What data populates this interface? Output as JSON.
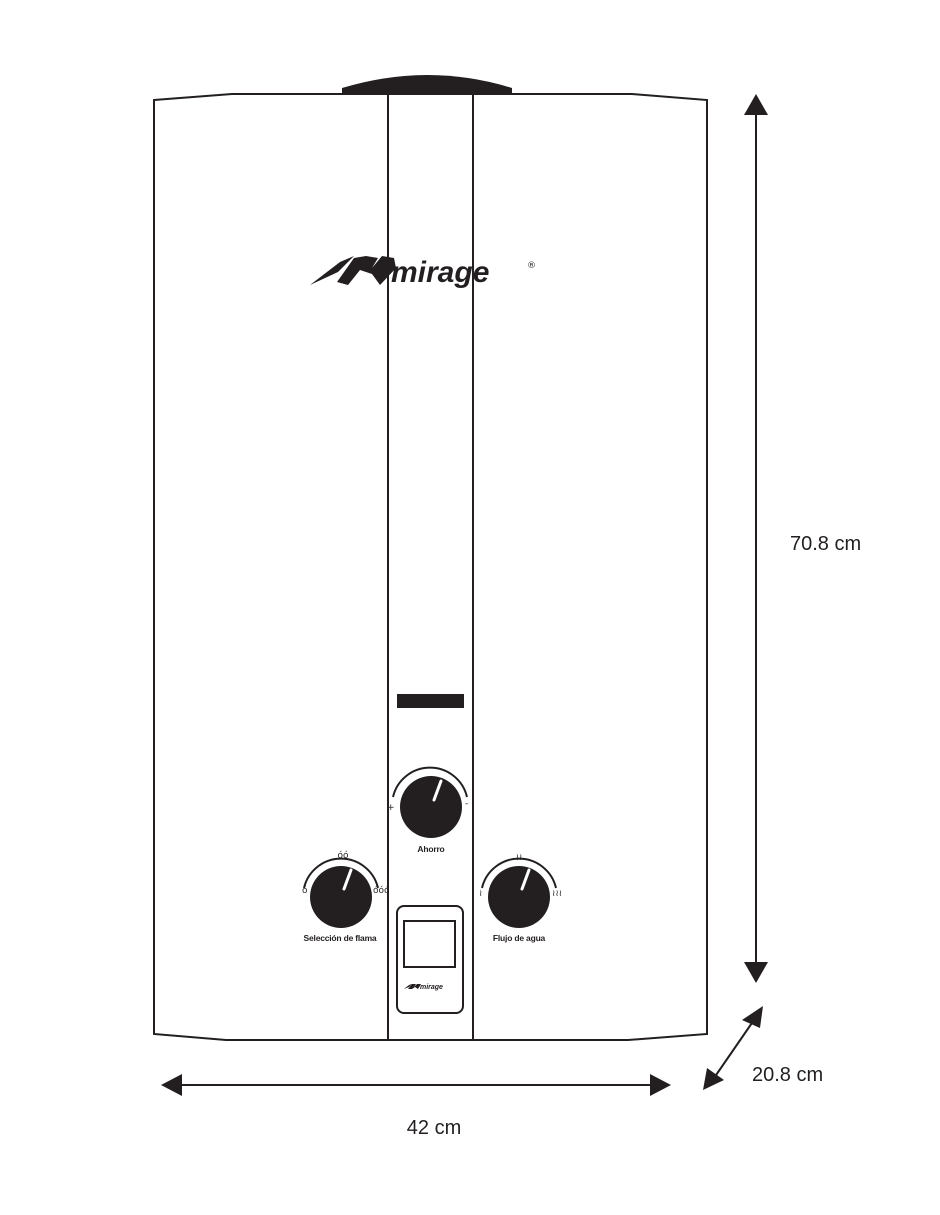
{
  "brand": {
    "name": "mirage",
    "registered": "®"
  },
  "dimensions": {
    "height": "70.8 cm",
    "width": "42 cm",
    "depth": "20.8 cm"
  },
  "controls": {
    "left_knob": {
      "label": "Selección de flama",
      "min_symbol": "ó",
      "mid_symbol": "óó",
      "max_symbol": "óóó"
    },
    "center_knob": {
      "label": "Ahorro",
      "plus_symbol": "+",
      "minus_symbol": "-"
    },
    "right_knob": {
      "label": "Flujo de agua",
      "min_symbol": "≀",
      "mid_symbol": "≀≀",
      "max_symbol": "≀≀≀"
    }
  },
  "colors": {
    "ink": "#231f20",
    "background": "#ffffff"
  }
}
